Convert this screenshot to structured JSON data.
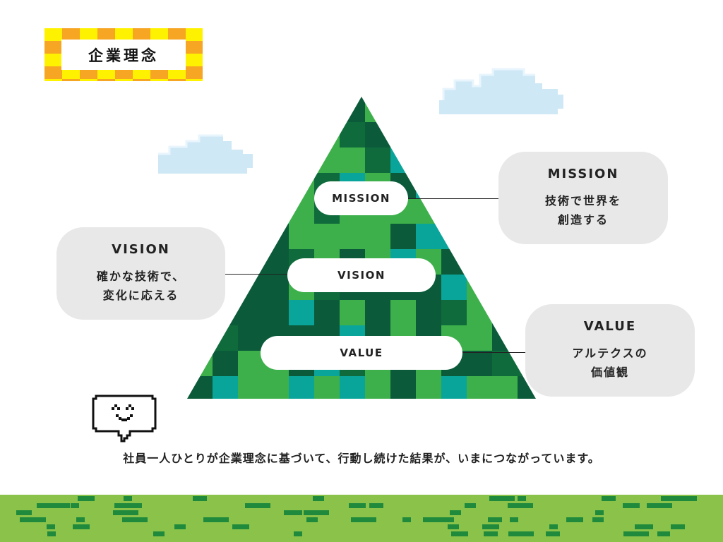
{
  "title": "企業理念",
  "pyramid": {
    "mission_label": "MISSION",
    "vision_label": "VISION",
    "value_label": "VALUE"
  },
  "cards": {
    "mission": {
      "title": "MISSION",
      "lines": [
        "技術で世界を",
        "創造する"
      ]
    },
    "vision": {
      "title": "VISION",
      "lines": [
        "確かな技術で、",
        "変化に応える"
      ]
    },
    "value": {
      "title": "VALUE",
      "lines": [
        "アルテクスの",
        "価値観"
      ]
    }
  },
  "footer": "社員一人ひとりが企業理念に基づいて、行動し続けた結果が、いまにつながっています。",
  "colors": {
    "dark_green": "#0b5b3a",
    "forest_green": "#0f6b3b",
    "light_green": "#3db04b",
    "teal": "#0aa59a",
    "grass": "#8bc34a",
    "card_bg": "#e8e8e8",
    "badge_yellow": "#fff200",
    "badge_orange": "#f6a623",
    "cloud": "#cfe8f6"
  },
  "icons": [
    "speech-bubble-smile-icon",
    "cloud-icon"
  ]
}
